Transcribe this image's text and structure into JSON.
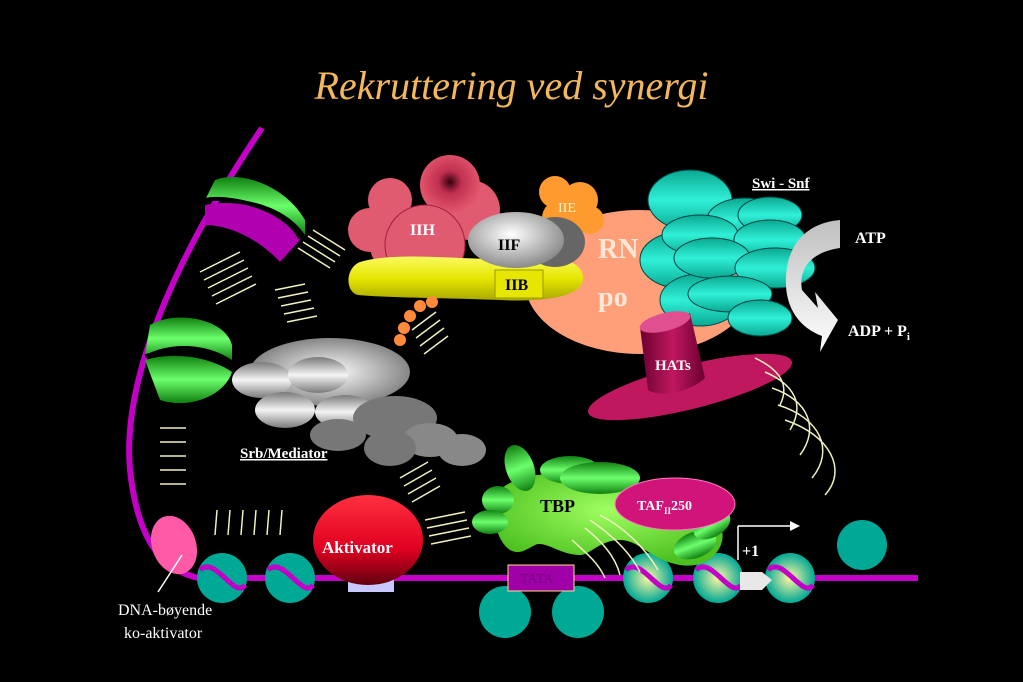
{
  "title": "Rekruttering ved synergi",
  "labels": {
    "iih": "IIH",
    "iif": "IIF",
    "iie": "IIE",
    "iib": "IIB",
    "rna_pol_line1": "RN",
    "rna_pol_line2": "po",
    "swi_snf": "Swi - Snf",
    "atp": "ATP",
    "adp": "ADP + P",
    "adp_sub": "i",
    "hats": "HATs",
    "srb_mediator": "Srb/Mediator",
    "aktivator": "Aktivator",
    "tbp": "TBP",
    "taf_prefix": "TAF",
    "taf_sub": "II",
    "taf_suffix": "250",
    "tata": "TATA",
    "plus_one": "+1",
    "dna_bending_line1": "DNA-bøyende",
    "dna_bending_line2": "ko-aktivator"
  },
  "colors": {
    "background": "#000000",
    "title": "#f3b75e",
    "dna": "#c400c8",
    "nucleosome": "#00a896",
    "iih": "#d84a62",
    "iif": "#b8b8b8",
    "iie": "#ff9a2e",
    "iib": "#e6e600",
    "rna_polymerase": "#ff9f7a",
    "swi_snf": "#18e0c8",
    "hats": "#c0185f",
    "mediator": "#bcbcbc",
    "aktivator": "#e00020",
    "tfiid_green": "#22c022",
    "taf250": "#d0147a",
    "tata_box": "#a000a8",
    "dna_bending": "#ff5aa8"
  }
}
